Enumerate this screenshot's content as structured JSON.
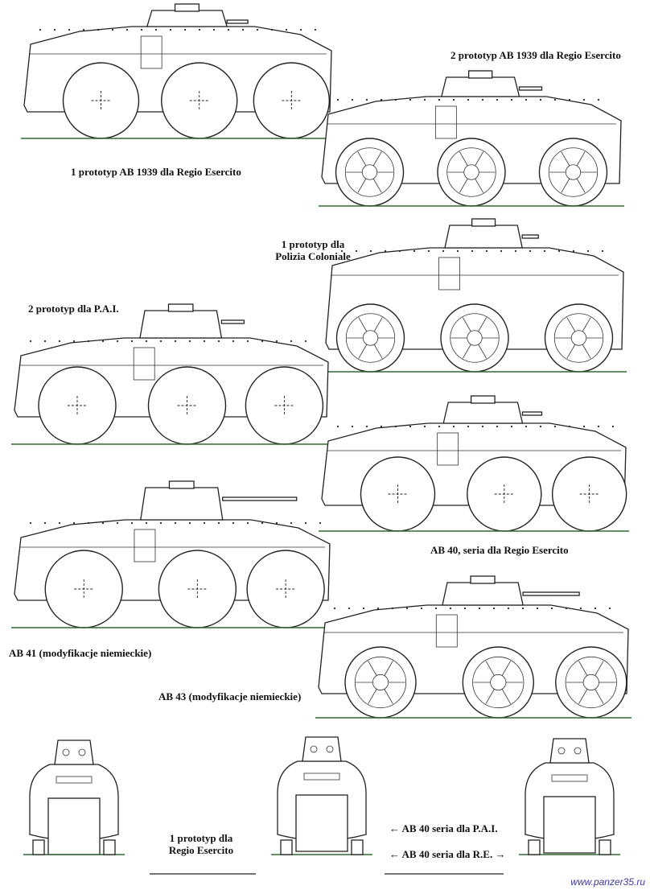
{
  "captions": {
    "v1": "1 prototyp AB 1939 dla Regio Esercito",
    "v2": "2 prototyp AB 1939 dla Regio Esercito",
    "v3_line1": "1 prototyp dla",
    "v3_line2": "Polizia Coloniale",
    "v4": "2 prototyp dla P.A.I.",
    "v5": "AB 40, seria dla Regio Esercito",
    "v6": "AB 41 (modyfikacje niemieckie)",
    "v7": "AB 43 (modyfikacje niemieckie)",
    "front1_line1": "1 prototyp dla",
    "front1_line2": "Regio Esercito",
    "front2": "AB 40 seria dla P.A.I.",
    "front3": "AB 40 seria dla R.E."
  },
  "arrows": {
    "front2": "←",
    "front3_left": "←",
    "front3_right": "→"
  },
  "watermark": "www.panzer35.ru",
  "colors": {
    "line": "#222222",
    "ground": "#2e6b2e",
    "watermark": "#3a3aa0"
  }
}
